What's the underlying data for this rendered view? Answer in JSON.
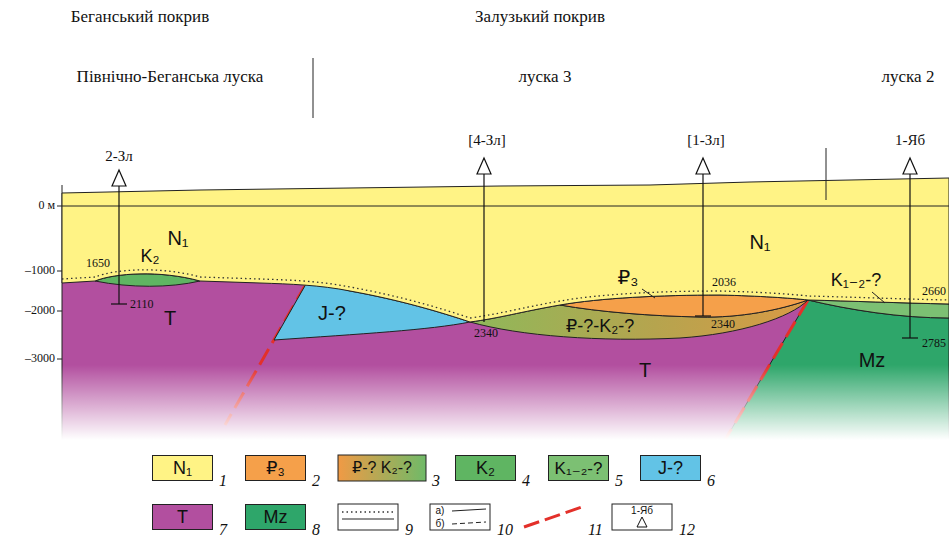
{
  "diagram": {
    "labels": [
      "Беганський покрив",
      "Залузький покрив",
      "Північно-Беганська луска",
      "луска 3",
      "луска 2",
      "2-Зл",
      "[4-Зл]",
      "[1-Зл]",
      "1-Яб",
      "0 м",
      "–1000",
      "–2000",
      "–3000",
      "1650",
      "2110",
      "2340",
      "2036",
      "2340",
      "2660",
      "2785",
      "N₁",
      "K₂",
      "T",
      "J-?",
      "₽₃",
      "₽-?-K₂-?",
      "T",
      "N₁",
      "K₁₋₂-?",
      "Mz",
      "1",
      "2",
      "3",
      "4",
      "5",
      "6",
      "7",
      "8",
      "9",
      "10",
      "11",
      "12"
    ],
    "legend": [
      {
        "text": "N₁",
        "color": "#fff385"
      },
      {
        "text": "₽₃",
        "color": "#f5a04a"
      },
      {
        "text": "₽-? K₂-?"
      },
      {
        "text": "K₂",
        "color": "#5fb562"
      },
      {
        "text": "K₁₋₂-?",
        "color": "#7cc073"
      },
      {
        "text": "J-?",
        "color": "#62c3e6"
      },
      {
        "text": "T",
        "color": "#b24f9f"
      },
      {
        "text": "Mz",
        "color": "#2ea66a"
      },
      {
        "text": "а)"
      },
      {
        "text": "б)"
      },
      {
        "text": "1-Яб"
      }
    ]
  }
}
